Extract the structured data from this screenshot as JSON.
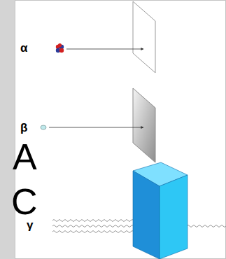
{
  "diagram": {
    "labels": [
      "α",
      "β",
      "γ",
      "A",
      "C"
    ]
  }
}
